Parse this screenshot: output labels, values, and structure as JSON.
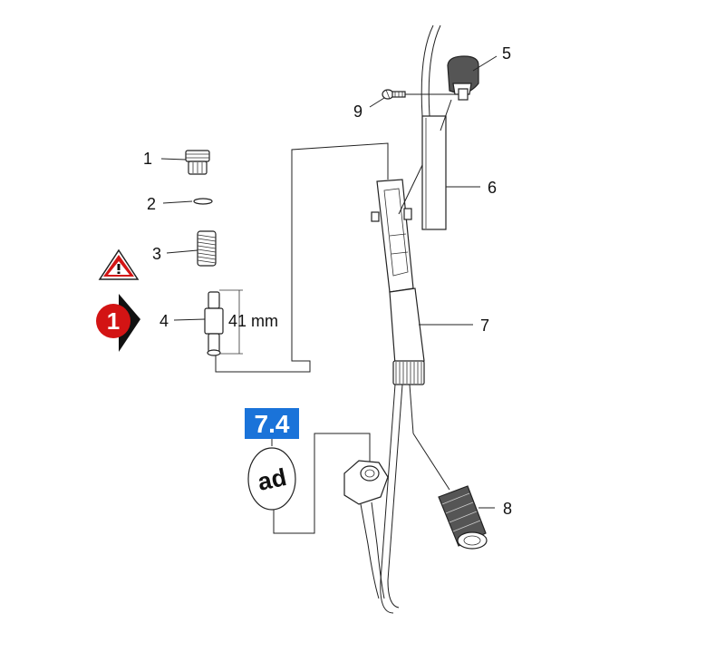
{
  "callouts": {
    "p1": "1",
    "p2": "2",
    "p3": "3",
    "p4": "4",
    "p5": "5",
    "p6": "6",
    "p7": "7",
    "p8": "8",
    "p9": "9"
  },
  "dimension": "41 mm",
  "reference_badge": {
    "text": "7.4",
    "color": "#1a73d9"
  },
  "oval_badge": "ad",
  "step_marker": {
    "text": "1",
    "color": "#d31414"
  },
  "icons": {
    "warning": "warning-triangle-icon",
    "step": "step-arrow-icon"
  }
}
